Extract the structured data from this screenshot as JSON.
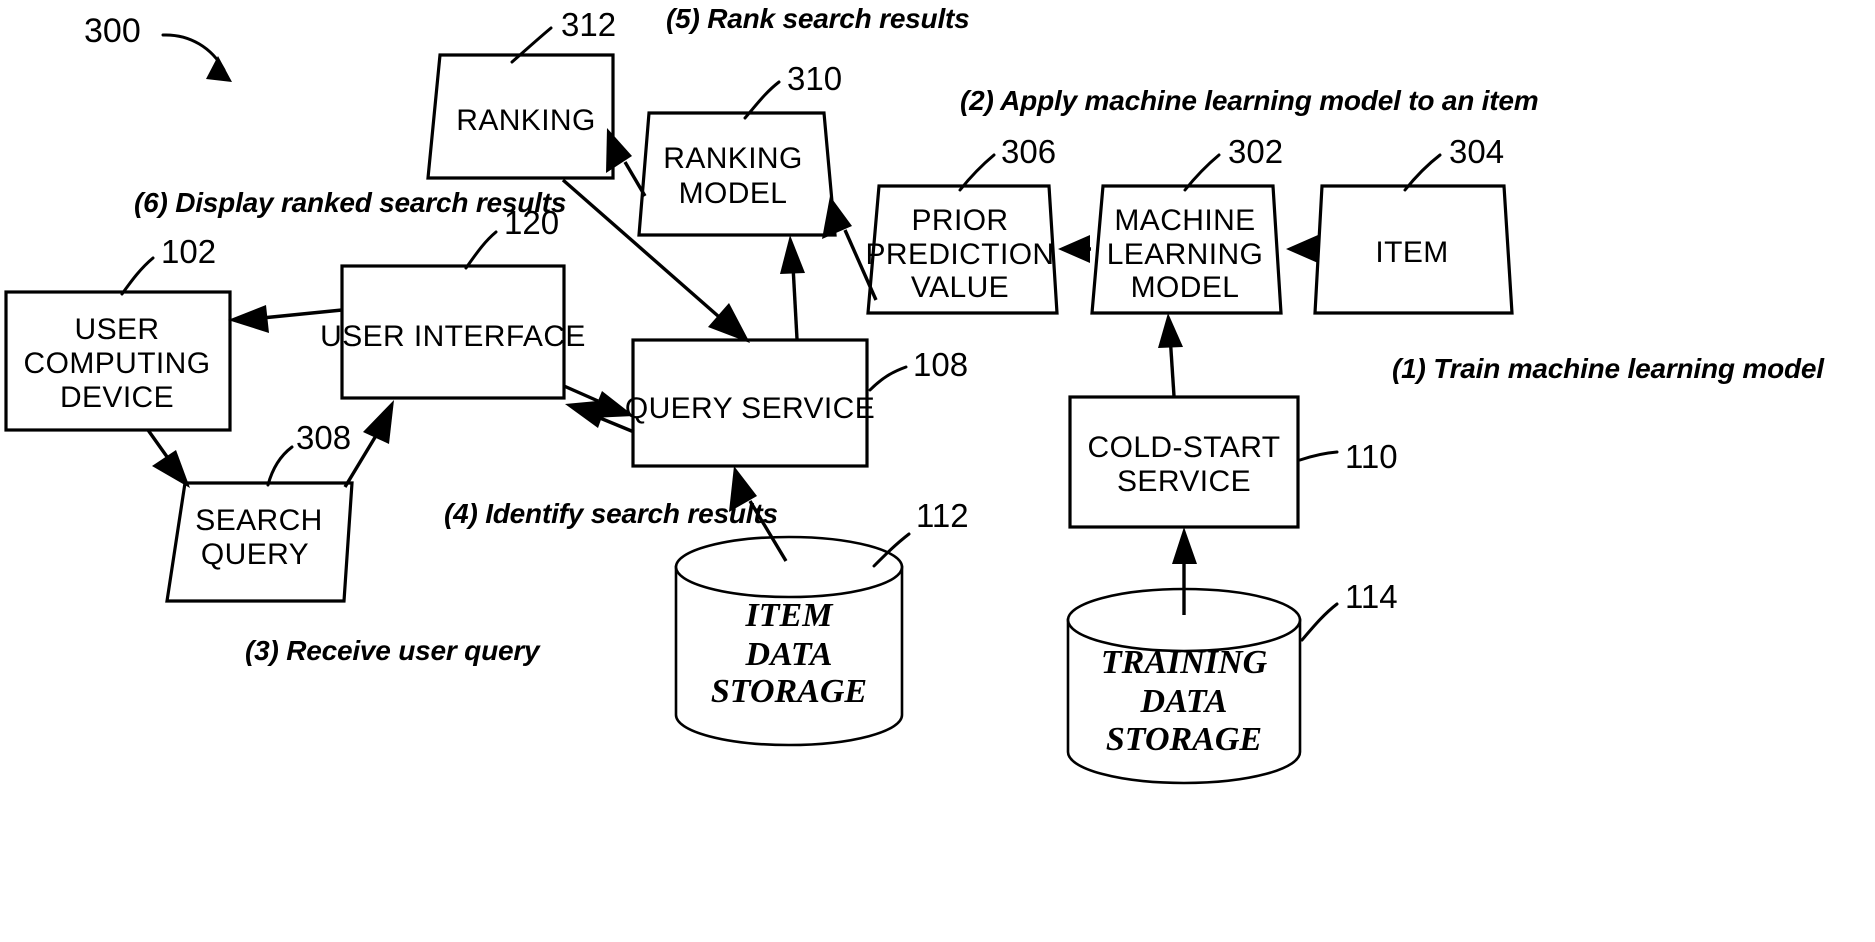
{
  "figure": {
    "number": "300"
  },
  "nodes": [
    {
      "id": "ranking",
      "label_lines": [
        "RANKING"
      ],
      "ref": "312",
      "shape": "parallelogram"
    },
    {
      "id": "ranking_model",
      "label_lines": [
        "RANKING",
        "MODEL"
      ],
      "ref": "310",
      "shape": "parallelogram"
    },
    {
      "id": "prior_pred",
      "label_lines": [
        "PRIOR",
        "PREDICTION",
        "VALUE"
      ],
      "ref": "306",
      "shape": "parallelogram"
    },
    {
      "id": "ml_model",
      "label_lines": [
        "MACHINE",
        "LEARNING",
        "MODEL"
      ],
      "ref": "302",
      "shape": "parallelogram"
    },
    {
      "id": "item",
      "label_lines": [
        "ITEM"
      ],
      "ref": "304",
      "shape": "parallelogram"
    },
    {
      "id": "user_device",
      "label_lines": [
        "USER",
        "COMPUTING",
        "DEVICE"
      ],
      "ref": "102",
      "shape": "rectangle"
    },
    {
      "id": "user_interface",
      "label_lines": [
        "USER INTERFACE"
      ],
      "ref": "120",
      "shape": "rectangle"
    },
    {
      "id": "search_query",
      "label_lines": [
        "SEARCH",
        "QUERY"
      ],
      "ref": "308",
      "shape": "parallelogram"
    },
    {
      "id": "query_service",
      "label_lines": [
        "QUERY SERVICE"
      ],
      "ref": "108",
      "shape": "rectangle"
    },
    {
      "id": "cold_start",
      "label_lines": [
        "COLD-START",
        "SERVICE"
      ],
      "ref": "110",
      "shape": "rectangle"
    },
    {
      "id": "item_storage",
      "label_lines": [
        "ITEM",
        "DATA",
        "STORAGE"
      ],
      "ref": "112",
      "shape": "cylinder"
    },
    {
      "id": "train_storage",
      "label_lines": [
        "TRAINING",
        "DATA",
        "STORAGE"
      ],
      "ref": "114",
      "shape": "cylinder"
    }
  ],
  "steps": [
    {
      "id": "step1",
      "text": "(1) Train machine learning model"
    },
    {
      "id": "step2",
      "text": "(2) Apply machine learning model to an item"
    },
    {
      "id": "step3",
      "text": "(3) Receive user query"
    },
    {
      "id": "step4",
      "text": "(4) Identify search results"
    },
    {
      "id": "step5",
      "text": "(5) Rank search results"
    },
    {
      "id": "step6",
      "text": "(6) Display ranked search results"
    }
  ],
  "labels": {
    "ranking_l1": "RANKING",
    "ranking_model_l1": "RANKING",
    "ranking_model_l2": "MODEL",
    "prior_pred_l1": "PRIOR",
    "prior_pred_l2": "PREDICTION",
    "prior_pred_l3": "VALUE",
    "ml_model_l1": "MACHINE",
    "ml_model_l2": "LEARNING",
    "ml_model_l3": "MODEL",
    "item_l1": "ITEM",
    "user_device_l1": "USER",
    "user_device_l2": "COMPUTING",
    "user_device_l3": "DEVICE",
    "user_interface_l1": "USER INTERFACE",
    "search_query_l1": "SEARCH",
    "search_query_l2": "QUERY",
    "query_service_l1": "QUERY SERVICE",
    "cold_start_l1": "COLD-START",
    "cold_start_l2": "SERVICE",
    "item_storage_l1": "ITEM",
    "item_storage_l2": "DATA",
    "item_storage_l3": "STORAGE",
    "train_storage_l1": "TRAINING",
    "train_storage_l2": "DATA",
    "train_storage_l3": "STORAGE"
  },
  "refs": {
    "fig": "300",
    "ranking": "312",
    "ranking_model": "310",
    "prior_pred": "306",
    "ml_model": "302",
    "item": "304",
    "user_device": "102",
    "user_interface": "120",
    "search_query": "308",
    "query_service": "108",
    "cold_start": "110",
    "item_storage": "112",
    "train_storage": "114"
  },
  "colors": {
    "stroke": "#000000",
    "fill": "#ffffff",
    "background": "#ffffff"
  }
}
